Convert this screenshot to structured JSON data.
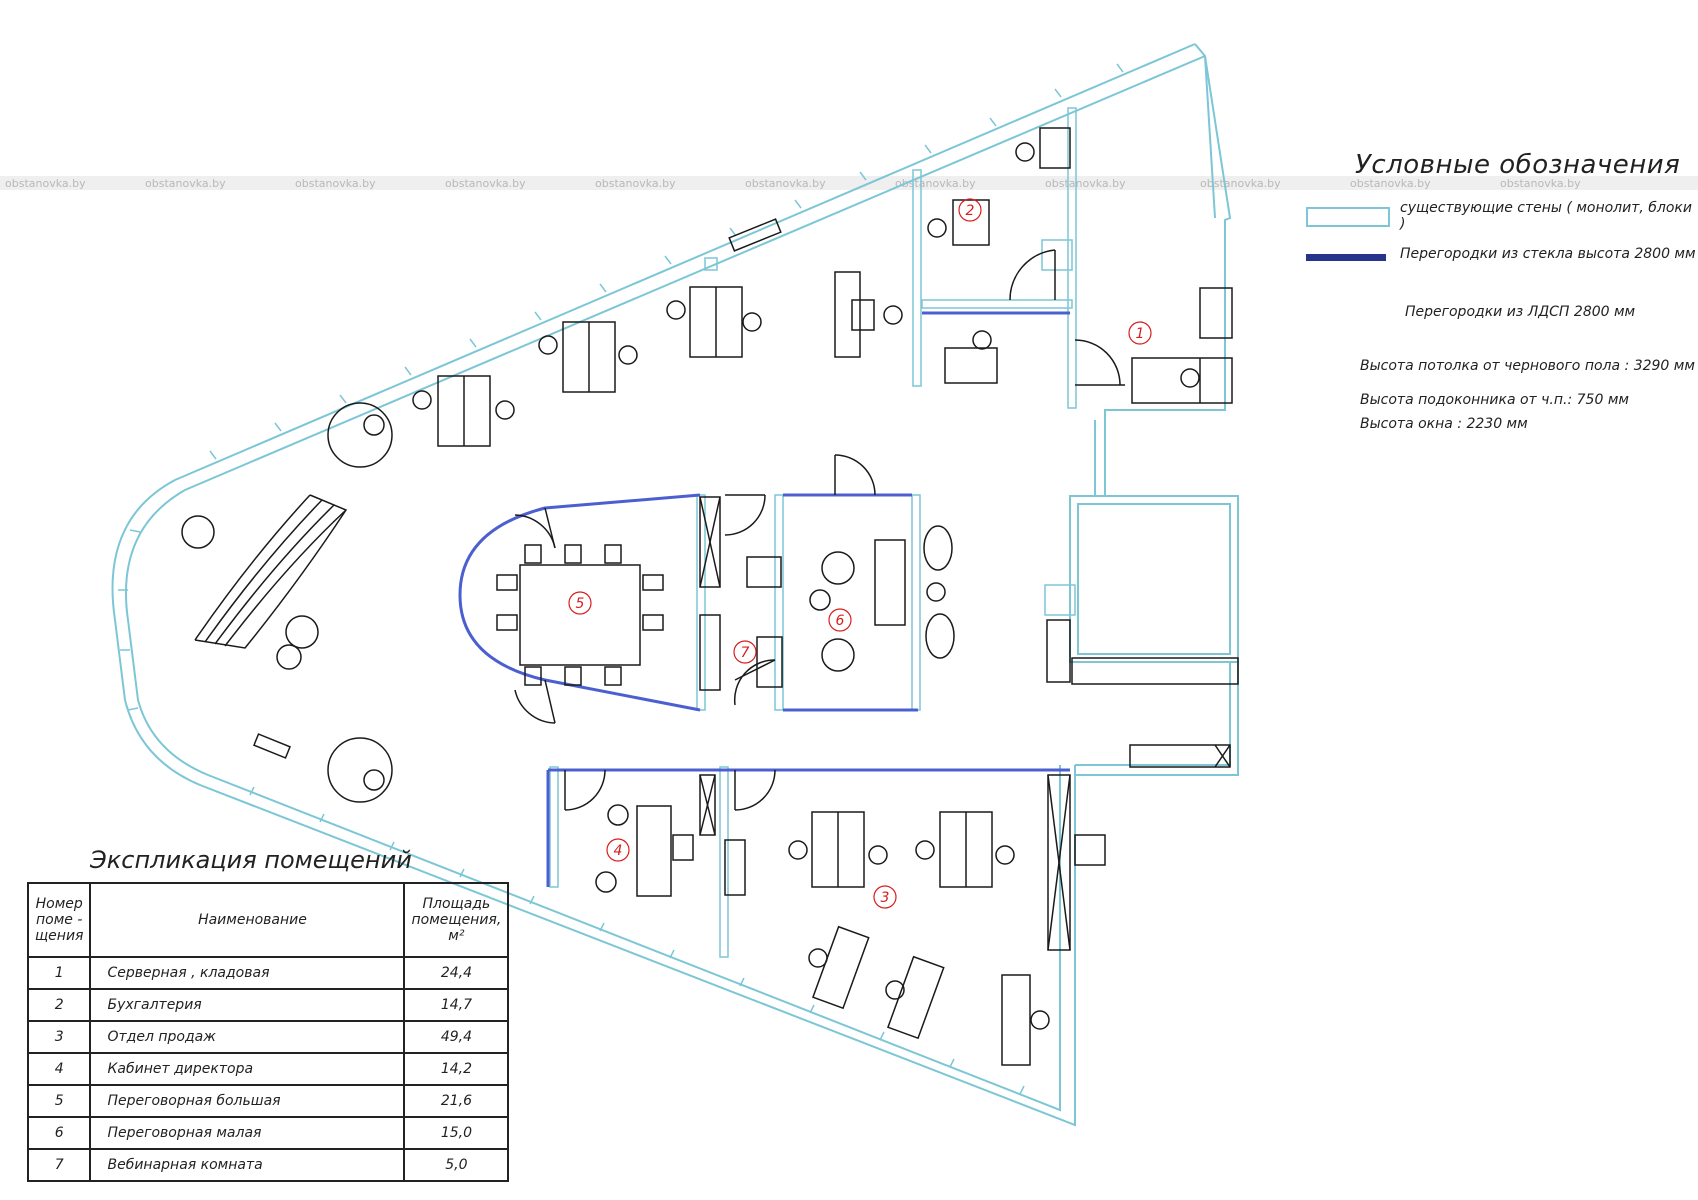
{
  "watermark": "obstanovka.by",
  "legend": {
    "title": "Условные обозначения",
    "existing_walls": "существующие стены ( монолит, блоки )",
    "glass_partitions": "Перегородки из стекла высота 2800 мм",
    "ldsp_partitions": "Перегородки из ЛДСП 2800 мм"
  },
  "notes": {
    "ceiling": "Высота потолка от чернового пола : 3290 мм",
    "sill": "Высота подоконника от ч.п.: 750 мм",
    "window": "Высота окна : 2230 мм"
  },
  "colors": {
    "existing_wall": "#7cc6d6",
    "glass_partition": "#27348b",
    "room_number": "#d81e1e",
    "furniture": "#1a1a1a"
  },
  "explication": {
    "title": "Экспликация помещений",
    "headers": {
      "number": "Номер поме - щения",
      "name": "Наименование",
      "area": "Площадь помещения, м²"
    },
    "rows": [
      {
        "num": "1",
        "name": "Серверная , кладовая",
        "area": "24,4"
      },
      {
        "num": "2",
        "name": "Бухгалтерия",
        "area": "14,7"
      },
      {
        "num": "3",
        "name": "Отдел продаж",
        "area": "49,4"
      },
      {
        "num": "4",
        "name": "Кабинет директора",
        "area": "14,2"
      },
      {
        "num": "5",
        "name": "Переговорная большая",
        "area": "21,6"
      },
      {
        "num": "6",
        "name": "Переговорная малая",
        "area": "15,0"
      },
      {
        "num": "7",
        "name": "Вебинарная комната",
        "area": "5,0"
      }
    ]
  },
  "room_labels": [
    "1",
    "2",
    "3",
    "4",
    "5",
    "6",
    "7"
  ]
}
